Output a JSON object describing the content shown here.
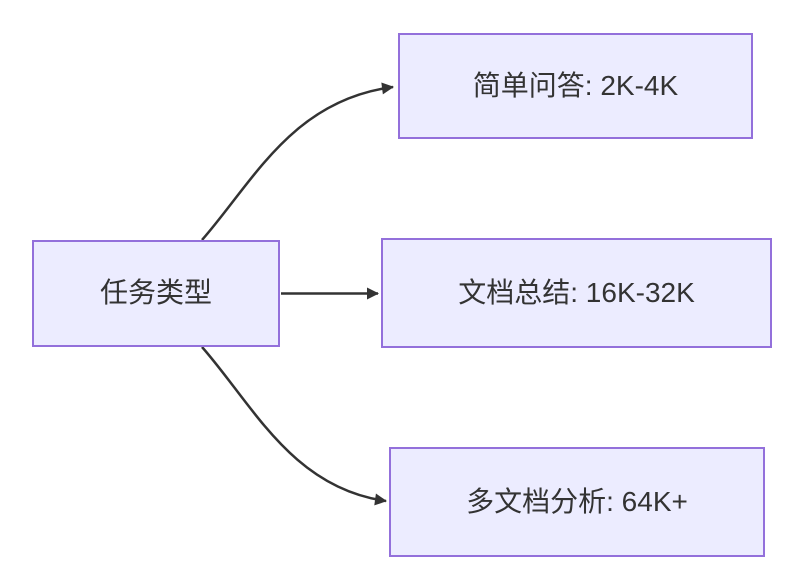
{
  "diagram": {
    "type": "flowchart-LR",
    "background_color": "#ffffff",
    "node_fill_color": "#ECECFF",
    "node_border_color": "#9370DB",
    "edge_color": "#333333",
    "text_color": "#333333",
    "nodes": {
      "root": {
        "label": "任务类型"
      },
      "simple_qa": {
        "label": "简单问答: 2K-4K"
      },
      "doc_summary": {
        "label": "文档总结: 16K-32K"
      },
      "multi_doc": {
        "label": "多文档分析: 64K+"
      }
    },
    "edges": [
      {
        "from": "任务类型",
        "to": "简单问答: 2K-4K"
      },
      {
        "from": "任务类型",
        "to": "文档总结: 16K-32K"
      },
      {
        "from": "任务类型",
        "to": "多文档分析: 64K+"
      }
    ]
  }
}
